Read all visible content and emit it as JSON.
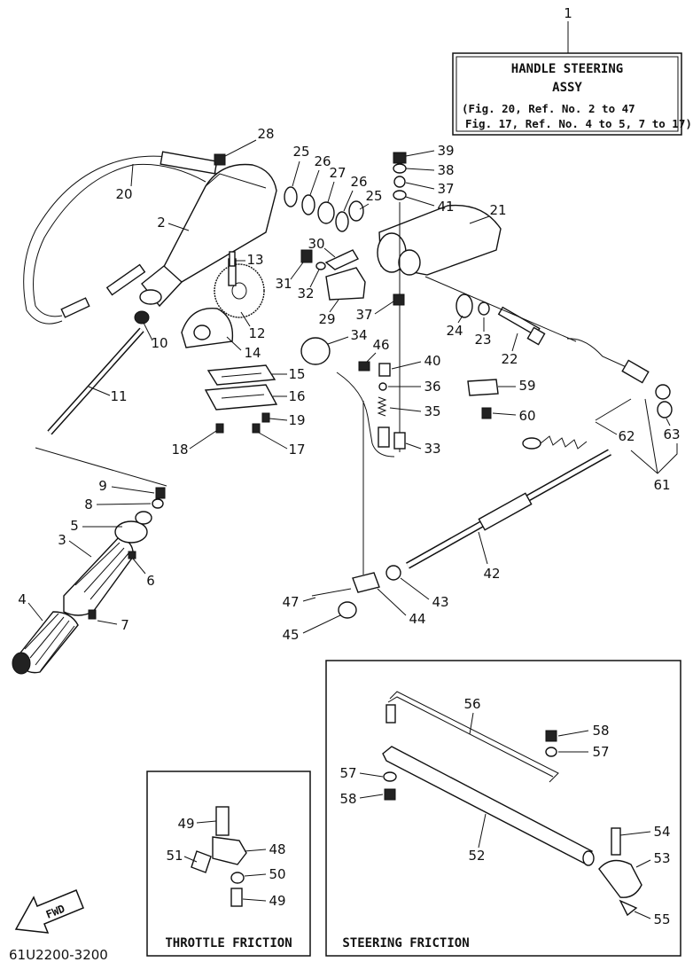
{
  "title_box": {
    "line1": "HANDLE STEERING",
    "line2": "ASSY",
    "ref1": "(Fig. 20, Ref. No. 2 to 47",
    "ref2": "Fig. 17, Ref. No. 4 to 5, 7 to 17)"
  },
  "inset_throttle": {
    "title": "THROTTLE FRICTION"
  },
  "inset_steering": {
    "title": "STEERING FRICTION"
  },
  "fwd_arrow": {
    "label": "FWD"
  },
  "diagram_code": "61U2200-3200",
  "callouts": {
    "c1": "1",
    "c2": "2",
    "c3": "3",
    "c4": "4",
    "c5": "5",
    "c6": "6",
    "c7": "7",
    "c8": "8",
    "c9": "9",
    "c10": "10",
    "c11": "11",
    "c12": "12",
    "c13": "13",
    "c14": "14",
    "c15": "15",
    "c16": "16",
    "c17": "17",
    "c18": "18",
    "c19": "19",
    "c20": "20",
    "c21": "21",
    "c22": "22",
    "c23": "23",
    "c24": "24",
    "c25a": "25",
    "c25b": "25",
    "c26a": "26",
    "c26b": "26",
    "c27": "27",
    "c28": "28",
    "c29": "29",
    "c30": "30",
    "c31": "31",
    "c32": "32",
    "c33": "33",
    "c34": "34",
    "c35": "35",
    "c36": "36",
    "c37a": "37",
    "c37b": "37",
    "c38": "38",
    "c39": "39",
    "c40": "40",
    "c41": "41",
    "c42": "42",
    "c43": "43",
    "c44": "44",
    "c45": "45",
    "c46": "46",
    "c47": "47",
    "c48": "48",
    "c49a": "49",
    "c49b": "49",
    "c50": "50",
    "c51": "51",
    "c52": "52",
    "c53": "53",
    "c54": "54",
    "c55": "55",
    "c56": "56",
    "c57a": "57",
    "c57b": "57",
    "c58a": "58",
    "c58b": "58",
    "c59": "59",
    "c60": "60",
    "c61": "61",
    "c62": "62",
    "c63": "63"
  }
}
